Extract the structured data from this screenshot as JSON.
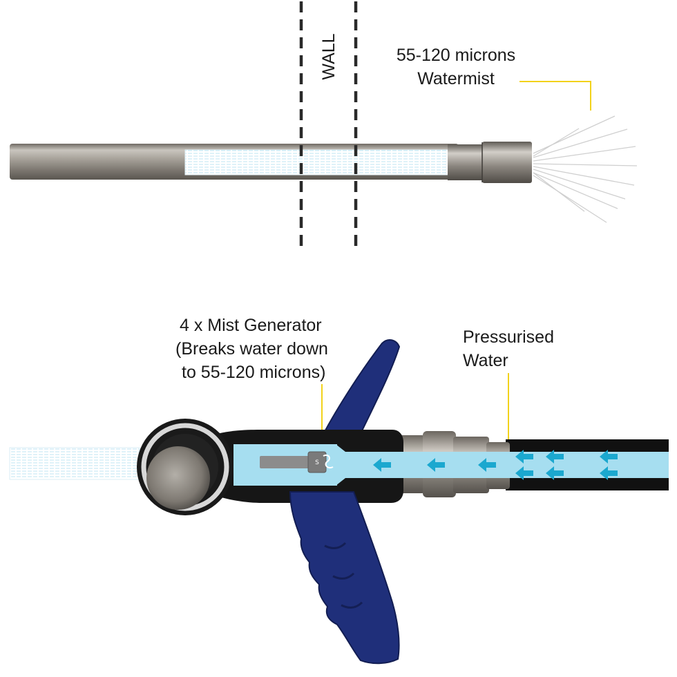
{
  "labels": {
    "wall": "WALL",
    "mist_line1": "55-120 microns",
    "mist_line2": "Watermist",
    "generator_line1": "4 x Mist Generator",
    "generator_line2": "(Breaks water down",
    "generator_line3": "to 55-120 microns)",
    "pressure_line1": "Pressurised",
    "pressure_line2": "Water"
  },
  "colors": {
    "leader_line": "#f2d21a",
    "water": "#a6def0",
    "arrow": "#1ba8cf",
    "grip": "#1f2f7a",
    "steel": "#9a958d",
    "hose": "#111111"
  },
  "icons": {
    "flow_arrow": "arrow-left-icon"
  }
}
